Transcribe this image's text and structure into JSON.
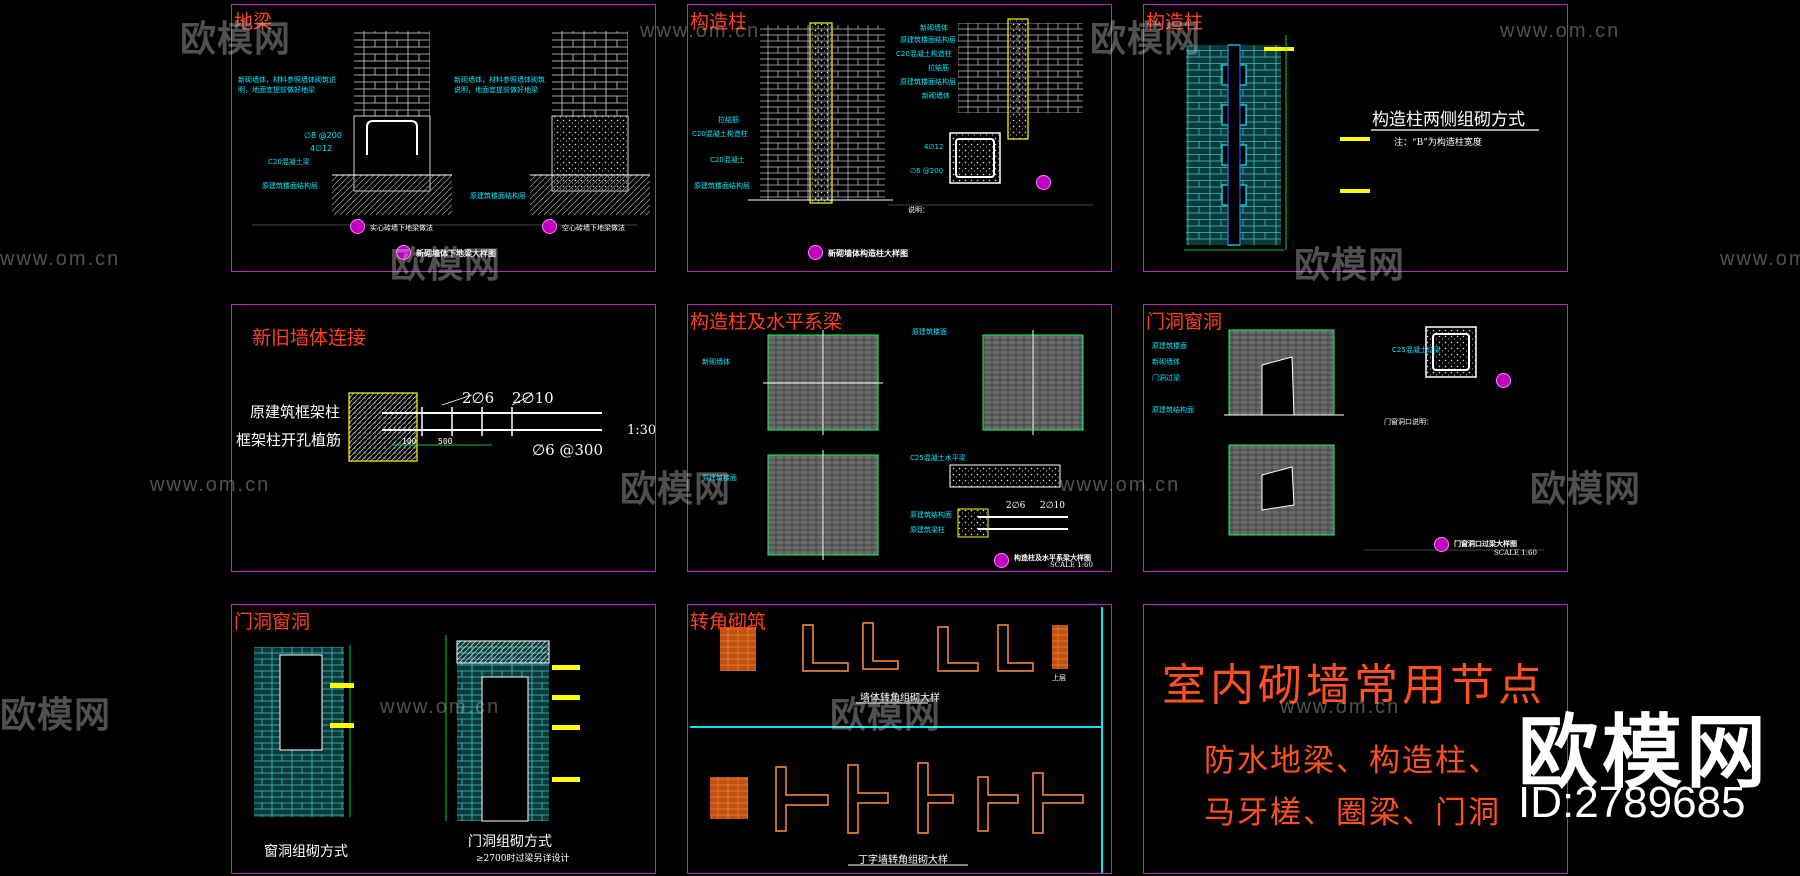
{
  "panels": {
    "p1": {
      "title": "地梁",
      "note_left": "新砌墙体，材料参照墙体砌筑说明，地面宜提前做好地梁",
      "note_right": "新砌墙体，材料参照墙体砌筑说明，地面宜提前做好地梁",
      "labels": [
        "C20混凝土梁",
        "原建筑楼面结构层",
        "原建筑楼面结构层"
      ],
      "rebar_a": "∅8 @200",
      "rebar_b": "4∅12",
      "caption_left": "实心砖墙下地梁做法",
      "caption_right": "空心砖墙下地梁做法",
      "title_block": "新砌墙体下地梁大样图"
    },
    "p2": {
      "title": "构造柱",
      "labels_right": [
        "新砌墙体",
        "原建筑楼面结构层",
        "C20混凝土构造柱",
        "拉结筋",
        "原建筑楼面结构层",
        "新砌墙体"
      ],
      "labels_left": [
        "拉结筋",
        "C20混凝土构造柱",
        "C20混凝土",
        "原建筑楼面结构层"
      ],
      "section_rebar_a": "4∅12",
      "section_rebar_b": "∅6 @200",
      "note_title": "说明：",
      "title_block": "新砌墙体构造柱大样图"
    },
    "p3": {
      "title": "构造柱",
      "heading": "构造柱两侧组砌方式",
      "note": "注：“B”为构造柱宽度"
    },
    "p4": {
      "title": "新旧墙体连接",
      "label_column": "原建筑框架柱",
      "label_drill": "框架柱开孔植筋",
      "rebar_top_a": "2∅6",
      "rebar_top_b": "2∅10",
      "rebar_bottom": "∅6 @300",
      "dim_a": "100",
      "dim_b": "500",
      "scale": "1:30"
    },
    "p5": {
      "title": "构造柱及水平系梁",
      "labels": [
        "新砌墙体",
        "原建筑楼面",
        "原建筑楼面",
        "原建筑结构面",
        "C25混凝土水平梁",
        "原建筑梁柱"
      ],
      "rebar_a": "2∅6",
      "rebar_b": "2∅10",
      "scale": "SCALE 1:60",
      "title_block": "构造柱及水平系梁大样图"
    },
    "p6": {
      "title": "门洞窗洞",
      "labels": [
        "原建筑楼面",
        "新砌墙体",
        "门洞过梁",
        "C25混凝土过梁",
        "原建筑结构面"
      ],
      "note_title": "门窗洞口说明：",
      "scale": "SCALE 1:60",
      "title_block": "门窗洞口过梁大样图"
    },
    "p7": {
      "title": "门洞窗洞",
      "caption_left": "窗洞组砌方式",
      "caption_right": "门洞组砌方式",
      "caption_sub": "≥2700时过梁另详设计"
    },
    "p8": {
      "title": "转角砌筑",
      "caption_top": "墙体转角组砌大样",
      "caption_bottom": "丁字墙转角组砌大样",
      "label_small": "上层"
    },
    "p9": {
      "main_title": "室内砌墙常用节点",
      "line1": "防水地梁、构造柱、",
      "line2": "马牙槎、圈梁、门洞"
    }
  },
  "watermarks": {
    "logo": "欧模网",
    "url": "www.om.cn"
  },
  "brand": {
    "name": "欧模网",
    "id": "ID:2789685"
  },
  "colors": {
    "frame": "#c020c0",
    "title": "#ff4020",
    "cyan": "#00e8ff",
    "yellow": "#ffff00",
    "orange": "#ff7a1a",
    "green": "#00cc00"
  }
}
